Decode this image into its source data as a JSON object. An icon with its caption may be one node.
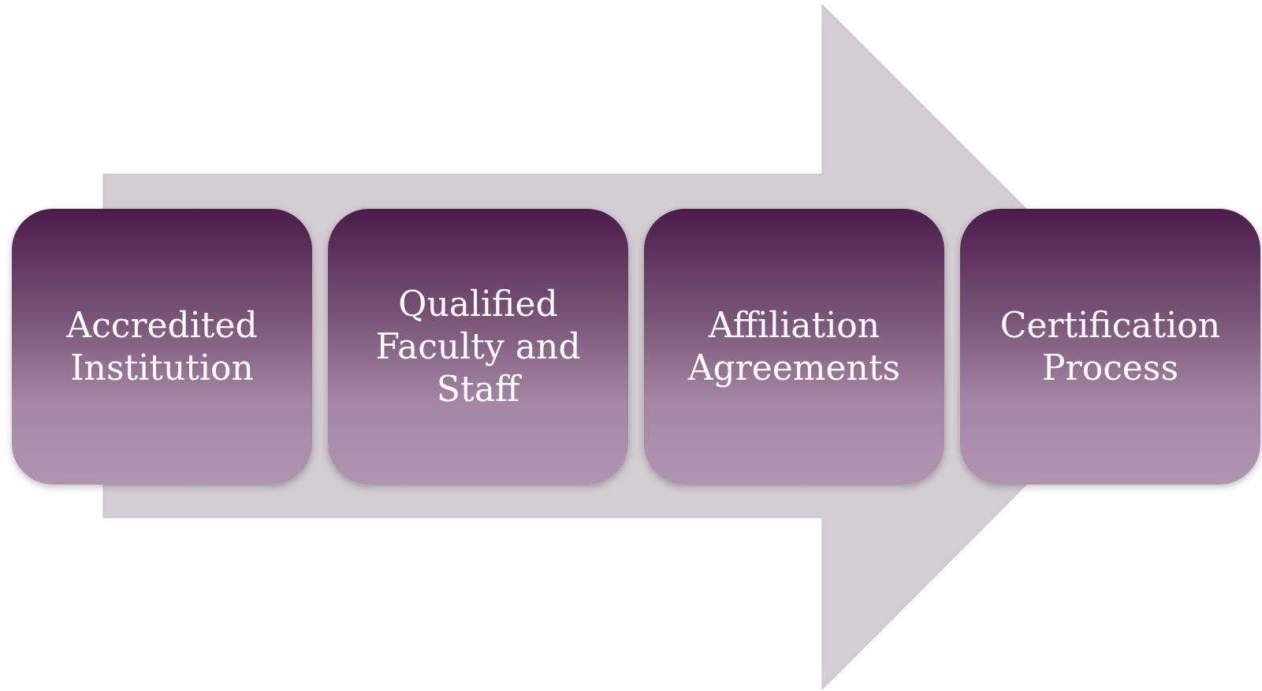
{
  "diagram": {
    "nodes": [
      {
        "text": [
          "Accredited Institution"
        ]
      },
      {
        "text": [
          "Qualified Faculty and Staff"
        ]
      },
      {
        "text": [
          "Affiliation Agreements"
        ]
      },
      {
        "text": [
          "Certification Process"
        ]
      }
    ],
    "edges": [
      {
        "from": 0,
        "to": 3,
        "arrow": "to"
      }
    ]
  }
}
